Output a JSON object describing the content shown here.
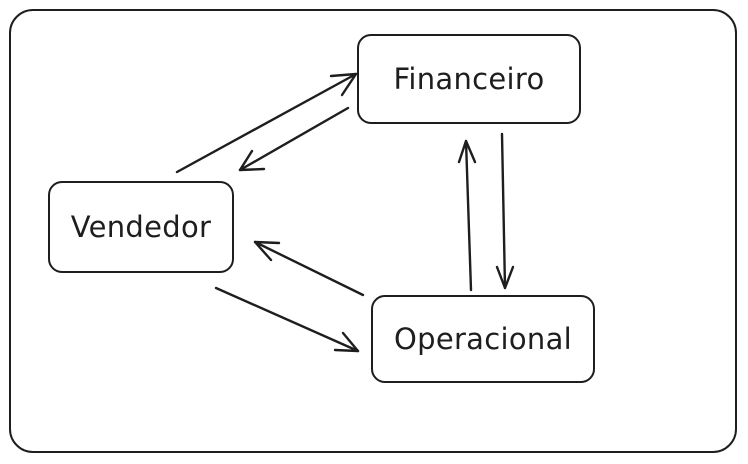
{
  "nodes": {
    "financeiro": "Financeiro",
    "vendedor": "Vendedor",
    "operacional": "Operacional"
  },
  "colors": {
    "stroke": "#1e1e1e",
    "background": "#ffffff"
  }
}
